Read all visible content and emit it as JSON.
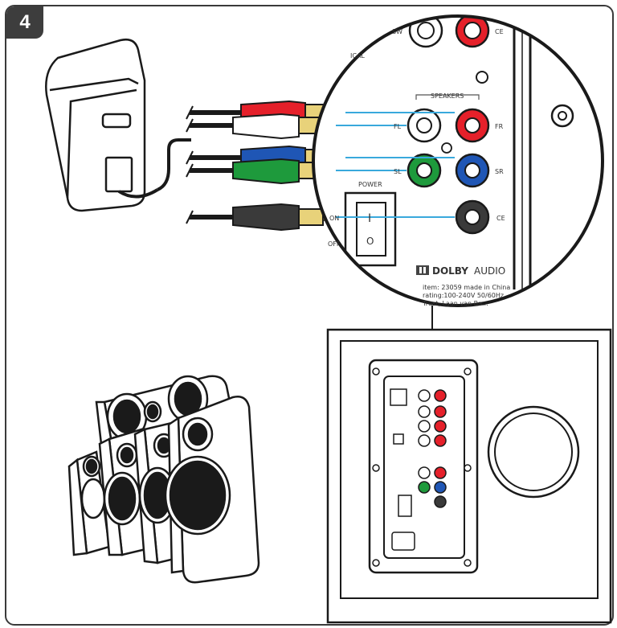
{
  "step": {
    "number": "4"
  },
  "panel": {
    "heading_speakers": "SPEAKERS",
    "label_sw": "SW",
    "label_ce_top": "CE",
    "label_optical_partial": "ICAL",
    "label_fl": "FL",
    "label_fr": "FR",
    "label_sl": "SL",
    "label_sr": "SR",
    "label_ce": "CE",
    "label_power": "POWER",
    "label_on": "ON",
    "label_off": "OFF",
    "switch_on_mark": "I",
    "switch_off_mark": "O",
    "brand": "DOLBY",
    "brand_suffix": "AUDIO",
    "info_line1": "item: 23059  made in China",
    "info_line2": "rating:100-240V 50/60Hz",
    "info_line3": "Trust, Laan van Ba..."
  },
  "colors": {
    "red": "#e5202a",
    "white": "#ffffff",
    "blue": "#1f56b5",
    "green": "#1e9a3c",
    "black": "#3a3a3a",
    "gold": "#e8d27a",
    "line": "#39a9dc",
    "outline": "#1a1a1a"
  },
  "icons": [
    "power-adapter-icon",
    "speaker-set-icon",
    "subwoofer-icon",
    "rca-plug-icon"
  ]
}
